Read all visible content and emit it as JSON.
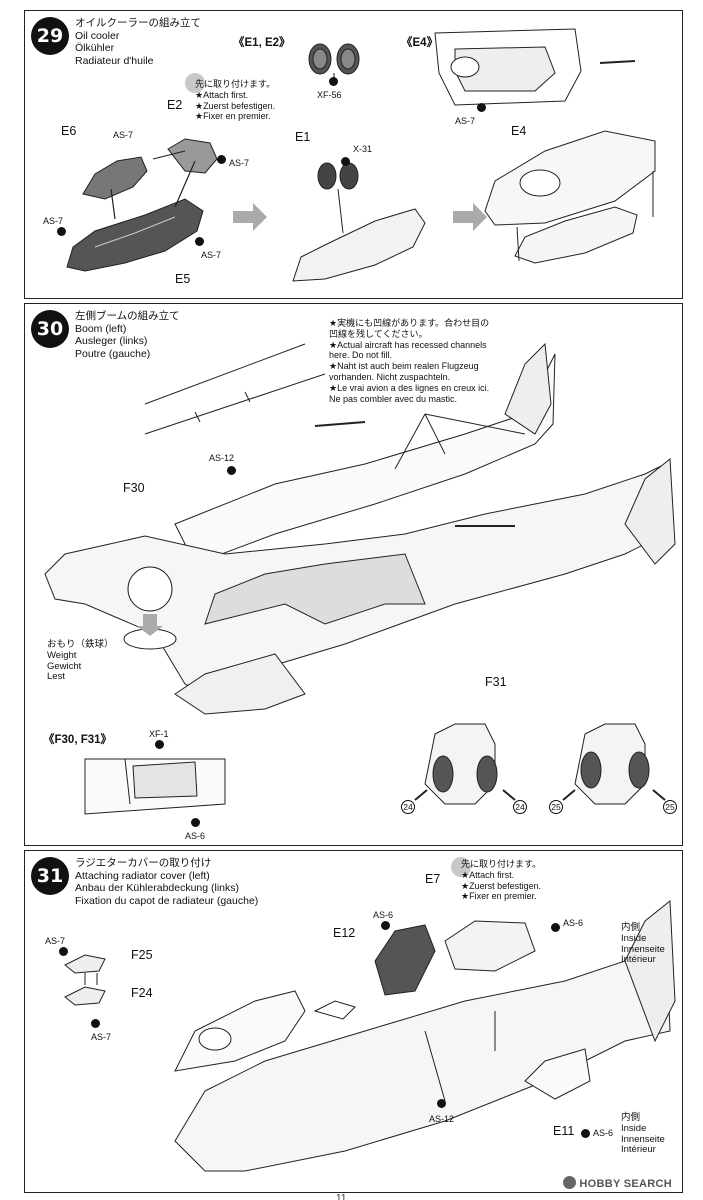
{
  "steps": [
    {
      "number": "29",
      "title_ja": "オイルクーラーの組み立て",
      "title_en": "Oil cooler",
      "title_de": "Ölkühler",
      "title_fr": "Radiateur d'huile",
      "note_lines": [
        "先に取り付けます。",
        "★Attach first.",
        "★Zuerst befestigen.",
        "★Fixer en premier."
      ],
      "bracket_labels": [
        "《E1, E2》",
        "《E4》"
      ],
      "part_labels": [
        "E2",
        "E6",
        "E5",
        "E1",
        "E4"
      ],
      "callouts": [
        "AS-7",
        "AS-7",
        "AS-7",
        "AS-7",
        "X-31",
        "XF-56",
        "AS-7"
      ]
    },
    {
      "number": "30",
      "title_ja": "左側ブームの組み立て",
      "title_en": "Boom (left)",
      "title_de": "Ausleger (links)",
      "title_fr": "Poutre (gauche)",
      "note_lines": [
        "★実機にも凹線があります。合わせ目の",
        "凹線を残してください。",
        "★Actual aircraft has recessed channels",
        "here. Do not fill.",
        "★Naht ist auch beim realen Flugzeug",
        "vorhanden. Nicht zuspachteln.",
        "★Le vrai avion a des lignes en creux ici.",
        "Ne pas combler avec du mastic."
      ],
      "weight_labels": [
        "おもり（鉄球）",
        "Weight",
        "Gewicht",
        "Lest"
      ],
      "bracket_labels": [
        "《F30, F31》"
      ],
      "part_labels": [
        "F30",
        "F31"
      ],
      "callouts": [
        "AS-12",
        "XF-1",
        "AS-6"
      ],
      "circled_numbers": [
        "24",
        "24",
        "25",
        "25"
      ]
    },
    {
      "number": "31",
      "title_ja": "ラジエターカバーの取り付け",
      "title_en": "Attaching radiator cover (left)",
      "title_de": "Anbau der Kühlerabdeckung (links)",
      "title_fr": "Fixation du capot de radiateur (gauche)",
      "note_lines": [
        "先に取り付けます。",
        "★Attach first.",
        "★Zuerst befestigen.",
        "★Fixer en premier."
      ],
      "inside_labels": [
        "内側",
        "Inside",
        "Innenseite",
        "Intérieur"
      ],
      "part_labels": [
        "E7",
        "E12",
        "F25",
        "F24",
        "E11"
      ],
      "callouts": [
        "AS-6",
        "AS-6",
        "AS-7",
        "AS-7",
        "AS-12",
        "AS-6"
      ]
    }
  ],
  "footer": {
    "page_number": "11",
    "watermark": "HOBBY SEARCH"
  }
}
